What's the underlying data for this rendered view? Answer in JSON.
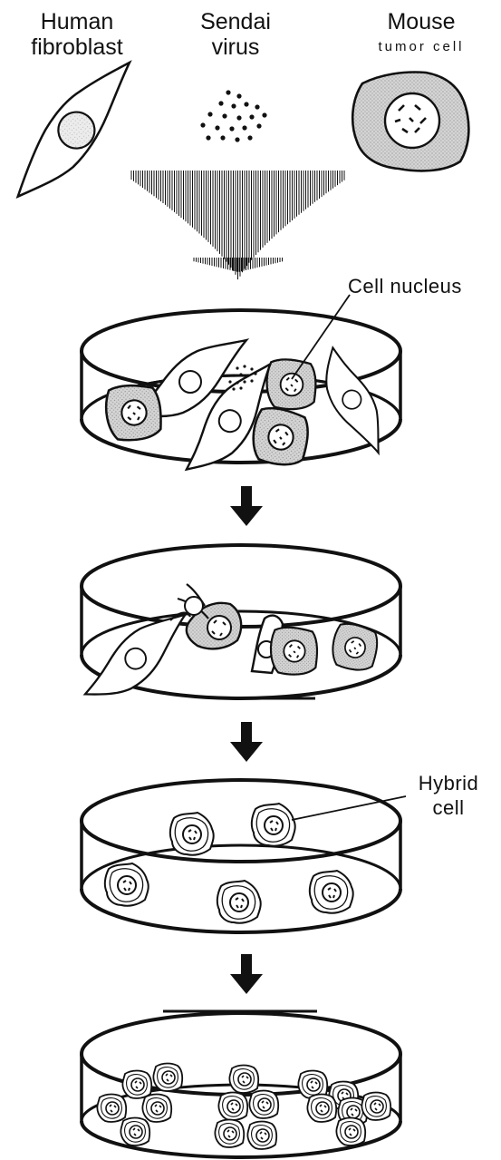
{
  "labels": {
    "human_fibroblast_line1": "Human",
    "human_fibroblast_line2": "fibroblast",
    "sendai_virus_line1": "Sendai",
    "sendai_virus_line2": "virus",
    "mouse_tumor_line1": "Mouse",
    "mouse_tumor_line2": "tumor cell",
    "cell_nucleus": "Cell nucleus",
    "hybrid_cell_line1": "Hybrid",
    "hybrid_cell_line2": "cell"
  },
  "colors": {
    "ink": "#111111",
    "tumor_fill": "#cfcfcf",
    "nucleus_fill": "#e6e6e6",
    "background": "#ffffff"
  }
}
